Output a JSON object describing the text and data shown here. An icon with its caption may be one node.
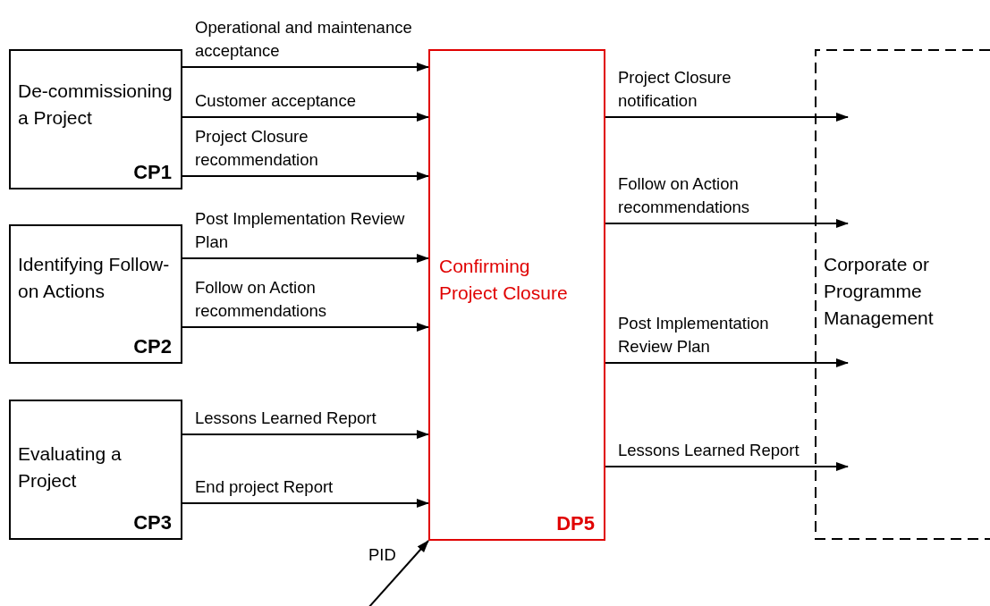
{
  "diagram": {
    "nodes": [
      {
        "text": [
          "De-commissioning a Project",
          "CP1"
        ]
      },
      {
        "text": [
          "Identifying Follow-on Actions",
          "CP2"
        ]
      },
      {
        "text": [
          "Evaluating a Project",
          "CP3"
        ]
      },
      {
        "text": [
          "Confirming Project Closure",
          "DP5"
        ]
      },
      {
        "text": [
          "Corporate or Programme Management"
        ]
      }
    ],
    "edges": [
      {
        "from": 0,
        "to": 3,
        "arrow": "to",
        "label": "Operational and maintenance acceptance"
      },
      {
        "from": 0,
        "to": 3,
        "arrow": "to",
        "label": "Customer acceptance"
      },
      {
        "from": 0,
        "to": 3,
        "arrow": "to",
        "label": "Project Closure recommendation"
      },
      {
        "from": 1,
        "to": 3,
        "arrow": "to",
        "label": "Post Implementation Review Plan"
      },
      {
        "from": 1,
        "to": 3,
        "arrow": "to",
        "label": "Follow on Action recommendations"
      },
      {
        "from": 2,
        "to": 3,
        "arrow": "to",
        "label": "Lessons Learned Report"
      },
      {
        "from": 2,
        "to": 3,
        "arrow": "to",
        "label": "End project Report"
      },
      {
        "from": 3,
        "to": 4,
        "arrow": "to",
        "label": "Project Closure notification"
      },
      {
        "from": 3,
        "to": 4,
        "arrow": "to",
        "label": "Follow on Action recommendations"
      },
      {
        "from": 3,
        "to": 4,
        "arrow": "to",
        "label": "Post Implementation Review Plan"
      },
      {
        "from": 3,
        "to": 4,
        "arrow": "to",
        "label": "Lessons Learned Report"
      },
      {
        "from": null,
        "to": 3,
        "arrow": "to",
        "label": "PID"
      }
    ]
  }
}
